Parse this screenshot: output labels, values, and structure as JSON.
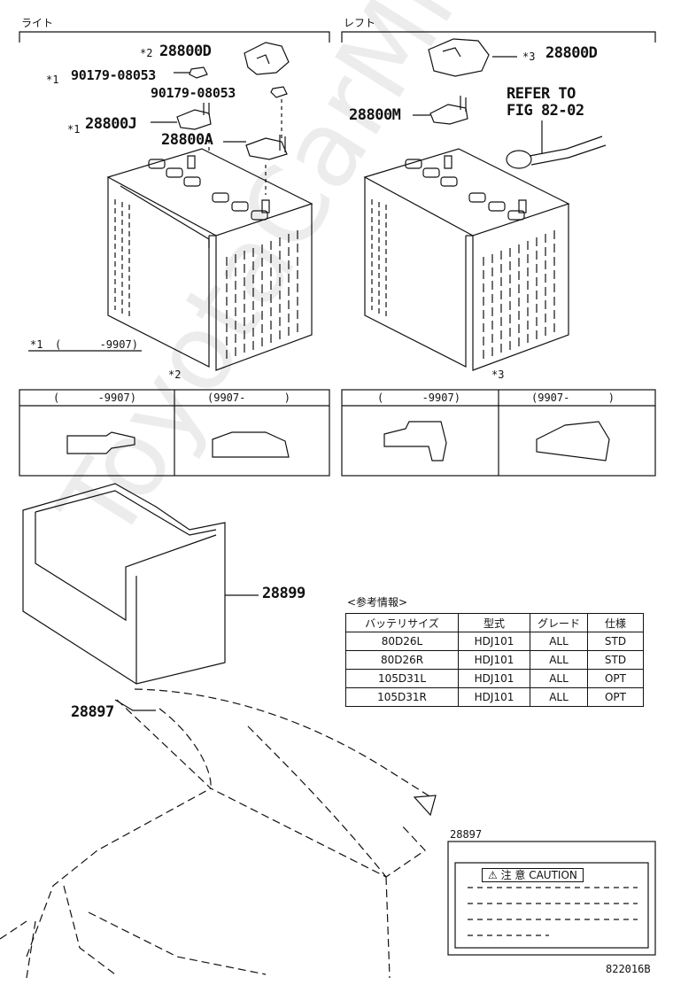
{
  "sections": {
    "right_label": "ライト",
    "left_label": "レフト"
  },
  "parts": {
    "p28800D_right": "28800D",
    "p90179_a": "90179-08053",
    "p90179_b": "90179-08053",
    "p28800J": "28800J",
    "p28800A": "28800A",
    "p28800D_left": "28800D",
    "p28800M": "28800M",
    "refer_line1": "REFER TO",
    "refer_line2": "FIG 82-02",
    "p28899": "28899",
    "p28897": "28897",
    "p28897_label": "28897"
  },
  "marks": {
    "m2": "*2",
    "m1a": "*1",
    "m1b": "*1",
    "m3": "*3",
    "box2_mark": "*2",
    "box3_mark": "*3"
  },
  "footnote": {
    "mark": "*1",
    "text": "(      -9907)"
  },
  "variant_boxes": [
    {
      "left_header": "(      -9907)",
      "right_header": "(9907-      )"
    },
    {
      "left_header": "(      -9907)",
      "right_header": "(9907-      )"
    }
  ],
  "reference_info": {
    "title": "<参考情報>",
    "headers": [
      "バッテリサイズ",
      "型式",
      "グレード",
      "仕様"
    ],
    "rows": [
      [
        "80D26L",
        "HDJ101",
        "ALL",
        "STD"
      ],
      [
        "80D26R",
        "HDJ101",
        "ALL",
        "STD"
      ],
      [
        "105D31L",
        "HDJ101",
        "ALL",
        "OPT"
      ],
      [
        "105D31R",
        "HDJ101",
        "ALL",
        "OPT"
      ]
    ]
  },
  "caution_label": {
    "title": "⚠ 注 意 CAUTION"
  },
  "watermark": "ToyotaCarMine.ru",
  "figure_code": "822016B",
  "colors": {
    "ink": "#111111",
    "watermark": "#000000"
  }
}
